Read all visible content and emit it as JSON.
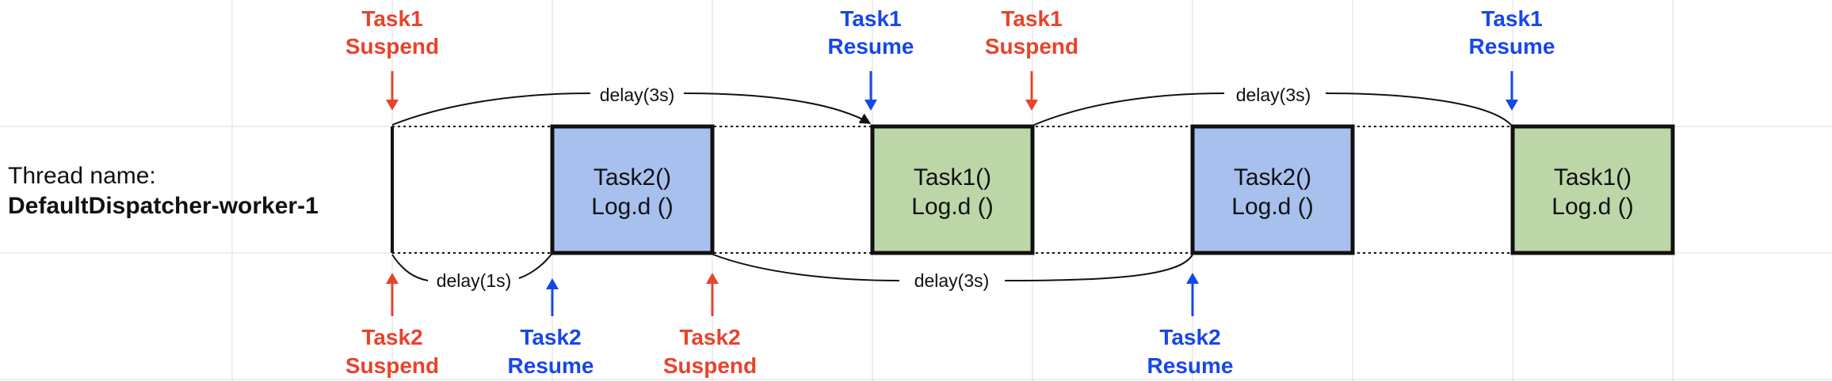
{
  "colors": {
    "suspend": "#e8432c",
    "resume": "#1747e8",
    "task1_fill": "#bcd6a8",
    "task2_fill": "#a8c0ee",
    "grid": "#dddddd",
    "box_stroke": "#111111",
    "line": "#111111"
  },
  "thread": {
    "label_line1": "Thread name:",
    "label_line2": "DefaultDispatcher-worker-1"
  },
  "boxes": [
    {
      "name": "task2-box-1",
      "task": "task2",
      "line1": "Task2()",
      "line2": "Log.d ()"
    },
    {
      "name": "task1-box-1",
      "task": "task1",
      "line1": "Task1()",
      "line2": "Log.d ()"
    },
    {
      "name": "task2-box-2",
      "task": "task2",
      "line1": "Task2()",
      "line2": "Log.d ()"
    },
    {
      "name": "task1-box-2",
      "task": "task1",
      "line1": "Task1()",
      "line2": "Log.d ()"
    }
  ],
  "top_events": [
    {
      "name": "task1-suspend-1",
      "kind": "suspend",
      "line1": "Task1",
      "line2": "Suspend"
    },
    {
      "name": "task1-resume-1",
      "kind": "resume",
      "line1": "Task1",
      "line2": "Resume"
    },
    {
      "name": "task1-suspend-2",
      "kind": "suspend",
      "line1": "Task1",
      "line2": "Suspend"
    },
    {
      "name": "task1-resume-2",
      "kind": "resume",
      "line1": "Task1",
      "line2": "Resume"
    }
  ],
  "bottom_events": [
    {
      "name": "task2-suspend-1",
      "kind": "suspend",
      "line1": "Task2",
      "line2": "Suspend"
    },
    {
      "name": "task2-resume-1",
      "kind": "resume",
      "line1": "Task2",
      "line2": "Resume"
    },
    {
      "name": "task2-suspend-2",
      "kind": "suspend",
      "line1": "Task2",
      "line2": "Suspend"
    },
    {
      "name": "task2-resume-2",
      "kind": "resume",
      "line1": "Task2",
      "line2": "Resume"
    }
  ],
  "delays": [
    {
      "name": "delay-label-top-1",
      "text": "delay(3s)"
    },
    {
      "name": "delay-label-top-2",
      "text": "delay(3s)"
    },
    {
      "name": "delay-label-bottom-1",
      "text": "delay(1s)"
    },
    {
      "name": "delay-label-bottom-2",
      "text": "delay(3s)"
    }
  ]
}
